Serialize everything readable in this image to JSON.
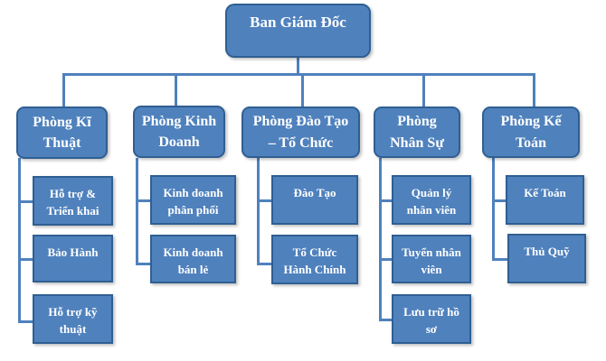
{
  "colors": {
    "box_fill": "#4f81bd",
    "box_border": "#2f5f92",
    "connector": "#4f81bd",
    "text": "#ffffff"
  },
  "root": {
    "label": "Ban Giám Đốc"
  },
  "departments": [
    {
      "label": "Phòng Kĩ\nThuật",
      "units": [
        "Hỗ trợ &\nTriển khai",
        "Bảo Hành",
        "Hỗ trợ kỹ\nthuật"
      ]
    },
    {
      "label": "Phòng Kinh\nDoanh",
      "units": [
        "Kinh doanh\nphân phối",
        "Kinh doanh\nbán lẻ"
      ]
    },
    {
      "label": "Phòng Đào Tạo\n– Tổ Chức",
      "units": [
        "Đào Tạo",
        "Tổ Chức\nHành Chính"
      ]
    },
    {
      "label": "Phòng\nNhân Sự",
      "units": [
        "Quản lý\nnhân viên",
        "Tuyển nhân\nviên",
        "Lưu trữ hồ\nsơ"
      ]
    },
    {
      "label": "Phòng Kế\nToán",
      "units": [
        "Kế Toán",
        "Thủ Quỹ"
      ]
    }
  ]
}
